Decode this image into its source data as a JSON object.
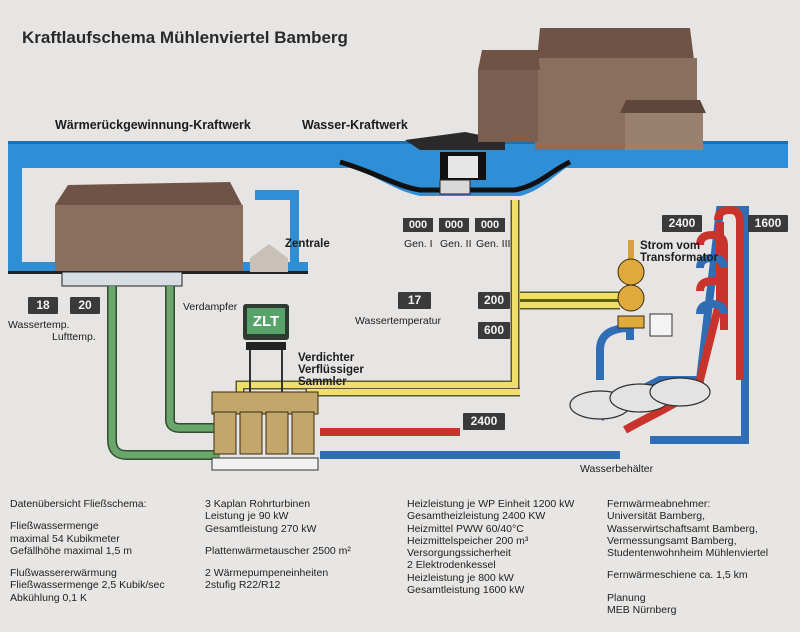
{
  "title": "Kraftlaufschema Mühlenviertel Bamberg",
  "labels": {
    "waermerueck": "Wärmerückgewinnung-Kraftwerk",
    "wasserkraft": "Wasser-Kraftwerk",
    "zentrale": "Zentrale",
    "verdampfer": "Verdampfer",
    "wassertemp": "Wassertemp.",
    "lufttemp": "Lufttemp.",
    "wassertemperatur": "Wassertemperatur",
    "verdichter": "Verdichter",
    "verfluessiger": "Verflüssiger",
    "sammler": "Sammler",
    "strom1": "Strom vom",
    "strom2": "Transformator",
    "wasserbehaelter": "Wasserbehälter",
    "zlt": "ZLT",
    "gen1": "Gen. I",
    "gen2": "Gen. II",
    "gen3": "Gen. III"
  },
  "values": {
    "wassertemp": "18",
    "lufttemp": "20",
    "wassertemperatur": "17",
    "gen1": "000",
    "gen2": "000",
    "gen3": "000",
    "v200": "200",
    "v600": "600",
    "v2400a": "2400",
    "v1600": "1600",
    "v2400b": "2400"
  },
  "colors": {
    "water": "#2f8fd6",
    "hot": "#c8342b",
    "cold": "#2f6db5",
    "yellow": "#f0de6a",
    "green": "#6aa56b",
    "building": "#8a6f5e",
    "display": "#3a3a3a"
  },
  "info": {
    "col1": [
      "Datenübersicht Fließschema:",
      "",
      "Fließwassermenge",
      "maximal 54 Kubikmeter",
      "Gefällhöhe maximal 1,5 m",
      "",
      "Flußwassererwärmung",
      "Fließwassermenge 2,5 Kubik/sec",
      "Abkühlung 0,1 K"
    ],
    "col2": [
      "3 Kaplan Rohrturbinen",
      "Leistung je 90 kW",
      "Gesamtleistung 270 kW",
      "",
      "Plattenwärmetauscher 2500 m²",
      "",
      "2 Wärmepumpeneinheiten",
      "2stufig R22/R12"
    ],
    "col3": [
      "Heizleistung je WP Einheit 1200 kW",
      "Gesamtheizleistung 2400 KW",
      "Heizmittel PWW 60/40°C",
      "Heizmittelspeicher 200 m³",
      "Versorgungssicherheit",
      "2 Elektrodenkessel",
      "Heizleistung je 800 kW",
      "Gesamtleistung 1600 kW"
    ],
    "col4": [
      "Fernwärmeabnehmer:",
      "Universität Bamberg,",
      "Wasserwirtschaftsamt Bamberg,",
      "Vermessungsamt Bamberg,",
      "Studentenwohnheim Mühlenviertel",
      "",
      "Fernwärmeschiene ca. 1,5 km",
      "",
      "Planung",
      "MEB Nürnberg"
    ]
  }
}
